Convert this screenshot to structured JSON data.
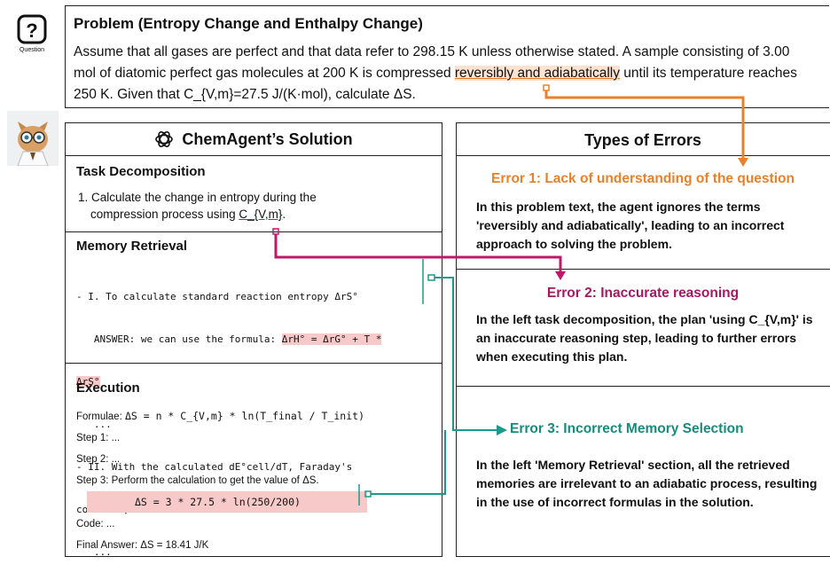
{
  "question_label": "Question",
  "problem": {
    "title": "Problem (Entropy Change and Enthalpy Change)",
    "text_1": "Assume that all gases are perfect and that data refer to 298.15 K unless otherwise stated. A sample consisting of 3.00",
    "text_2a": "mol of diatomic perfect gas molecules at 200 K is compressed ",
    "text_2b": "reversibly and adiabatically",
    "text_2c": " until its temperature reaches",
    "text_3": "250 K. Given that C_{V,m}=27.5 J/(K·mol), calculate ΔS."
  },
  "solution": {
    "title": "ChemAgent’s Solution",
    "task_decomposition": {
      "title": "Task Decomposition",
      "item_num": "1.",
      "item_a": "Calculate the change in entropy during the",
      "item_b": "compression process using ",
      "item_c": "C_{V,m}",
      "item_d": "."
    },
    "memory_retrieval": {
      "title": "Memory Retrieval",
      "line1": "- I. To calculate standard reaction entropy ΔrS°",
      "line2a": "   ANSWER: we can use the formula: ",
      "line2b": "ΔrH° = ΔrG° + T *",
      "line3": "ΔrS°",
      "line4": "   ...",
      "line5": "- II. With the calculated dE°cell/dT, Faraday's",
      "line6": "constant, and",
      "line7": "   ..."
    },
    "execution": {
      "title": "Execution",
      "formulae_label": "Formulae: ",
      "formulae": "ΔS = n * C_{V,m} * ln(T_final / T_init)",
      "step1": "Step 1: ...",
      "step2": "Step 2: ...",
      "step3": "Step 3: Perform the calculation to get the value of ΔS.",
      "calc": "ΔS = 3 * 27.5 * ln(250/200)",
      "code": "Code: ...",
      "final": "Final Answer: ΔS = 18.41 J/K"
    }
  },
  "errors": {
    "title": "Types of Errors",
    "items": [
      {
        "title": "Error 1: Lack of understanding of the question",
        "color": "#e8812a",
        "body": "In this problem text, the agent ignores the terms 'reversibly and adiabatically', leading to an incorrect approach to solving the problem."
      },
      {
        "title": "Error 2: Inaccurate reasoning",
        "color": "#a31a64",
        "body": "In the left task decomposition, the plan 'using C_{V,m}' is an inaccurate reasoning step, leading to further errors when executing this plan."
      },
      {
        "title": "Error 3: Incorrect Memory Selection",
        "color": "#1a8a7a",
        "body": "In the left 'Memory Retrieval' section, all the retrieved memories are irrelevant to an adiabatic process, resulting in the use of incorrect formulas in the solution."
      }
    ]
  },
  "colors": {
    "orange": "#e8812a",
    "magenta": "#c2186b",
    "teal": "#1a9a8a",
    "pink_highlight": "#f8c9c9",
    "orange_highlight": "#fde2cf"
  },
  "icons": [
    "question-icon",
    "cat-avatar",
    "openai-logo-icon"
  ]
}
